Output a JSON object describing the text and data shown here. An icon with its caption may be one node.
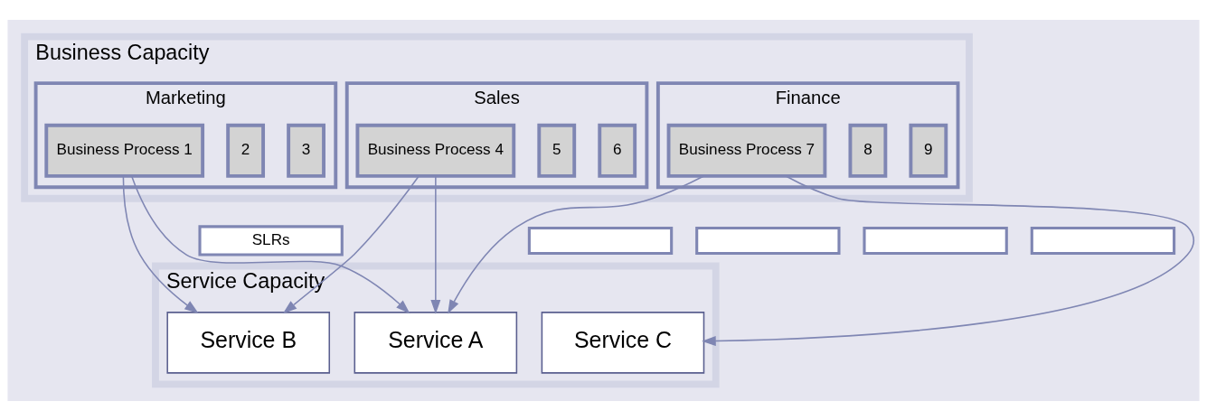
{
  "diagram": {
    "nodes": [
      {
        "text": [
          "Business Capacity"
        ]
      },
      {
        "text": [
          "Marketing"
        ],
        "in": 0
      },
      {
        "text": [
          "Business Process 1"
        ],
        "in": 1
      },
      {
        "text": [
          "2"
        ],
        "in": 1
      },
      {
        "text": [
          "3"
        ],
        "in": 1
      },
      {
        "text": [
          "Sales"
        ],
        "in": 0
      },
      {
        "text": [
          "Business Process 4"
        ],
        "in": 5
      },
      {
        "text": [
          "5"
        ],
        "in": 5
      },
      {
        "text": [
          "6"
        ],
        "in": 5
      },
      {
        "text": [
          "Finance"
        ],
        "in": 0
      },
      {
        "text": [
          "Business Process 7"
        ],
        "in": 9
      },
      {
        "text": [
          "8"
        ],
        "in": 9
      },
      {
        "text": [
          "9"
        ],
        "in": 9
      },
      {
        "text": [
          "SLRs"
        ]
      },
      {
        "text": [],
        "shape": "box"
      },
      {
        "text": [],
        "shape": "box"
      },
      {
        "text": [],
        "shape": "box"
      },
      {
        "text": [],
        "shape": "box"
      },
      {
        "text": [
          "Service Capacity"
        ]
      },
      {
        "text": [
          "Service A"
        ],
        "in": 18
      },
      {
        "text": [
          "Service B"
        ],
        "in": 18
      },
      {
        "text": [
          "Service C"
        ],
        "in": 18
      }
    ],
    "edges": [
      {
        "from": 2,
        "to": 19,
        "arrow": "to"
      },
      {
        "from": 2,
        "to": 20,
        "arrow": "to"
      },
      {
        "from": 6,
        "to": 19,
        "arrow": "to"
      },
      {
        "from": 6,
        "to": 20,
        "arrow": "to"
      },
      {
        "from": 10,
        "to": 19,
        "arrow": "to"
      },
      {
        "from": 10,
        "to": 21,
        "arrow": "to"
      }
    ]
  }
}
